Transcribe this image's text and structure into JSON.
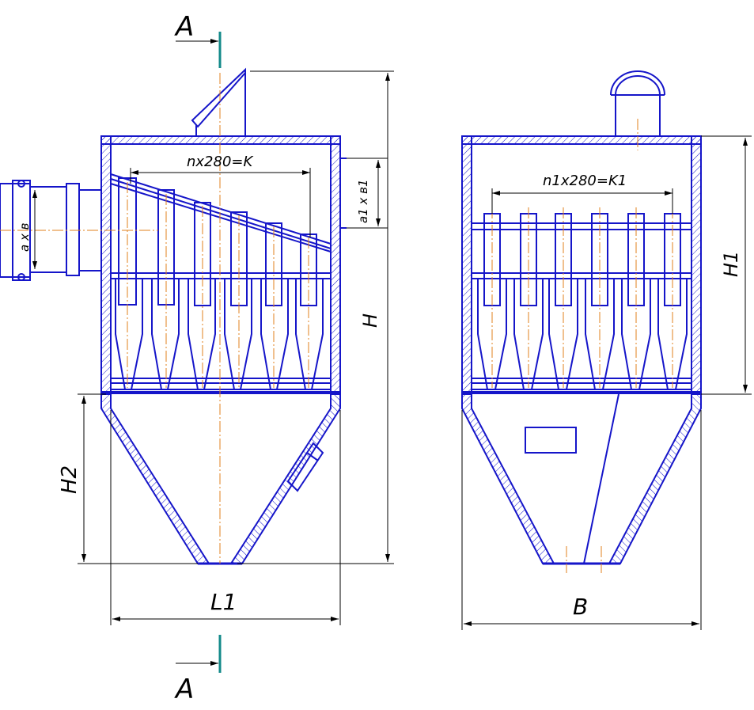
{
  "section": {
    "top": "A",
    "bottom": "A"
  },
  "front_view": {
    "dim_pitch": "nx280=K",
    "dim_inlet": "a x в",
    "dim_outlet": "a1 x в1",
    "dim_height": "H",
    "dim_hopper": "H2",
    "dim_length": "L1"
  },
  "side_view": {
    "dim_pitch": "n1x280=K1",
    "dim_height": "H1",
    "dim_width": "B"
  },
  "colors": {
    "outline": "#1515c9",
    "axis": "#e0801e",
    "section": "#138a8a",
    "dimension": "#000000"
  }
}
